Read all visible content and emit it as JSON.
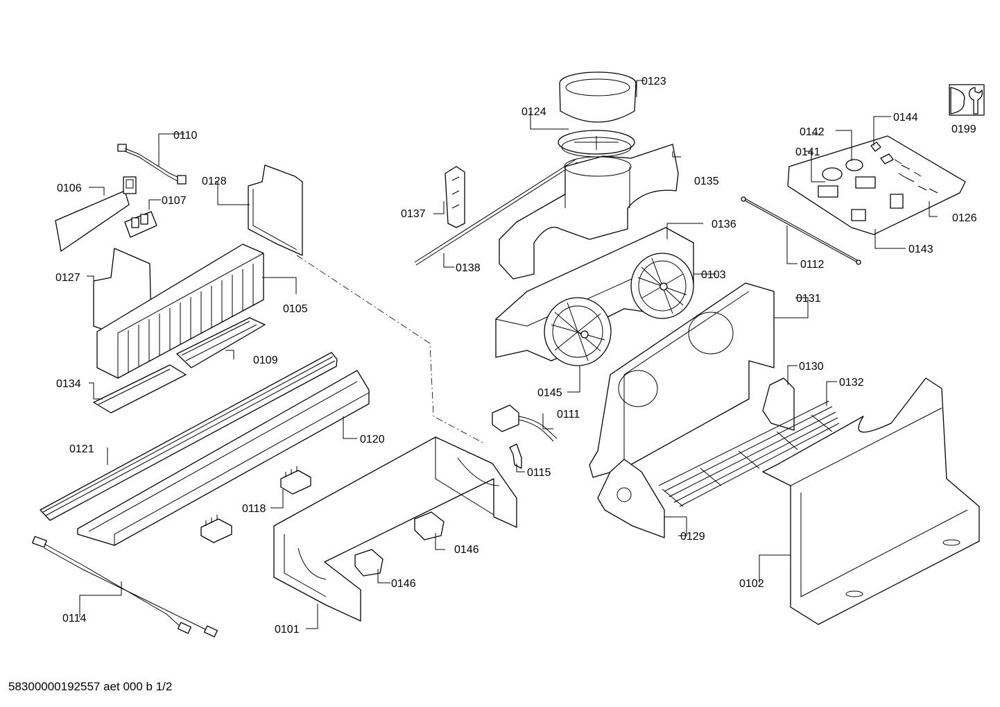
{
  "labels": {
    "p0101": "0101",
    "p0102": "0102",
    "p0103": "0103",
    "p0105": "0105",
    "p0106": "0106",
    "p0107": "0107",
    "p0109": "0109",
    "p0110": "0110",
    "p0111": "0111",
    "p0112": "0112",
    "p0114": "0114",
    "p0115": "0115",
    "p0118": "0118",
    "p0120": "0120",
    "p0121": "0121",
    "p0123": "0123",
    "p0124": "0124",
    "p0126": "0126",
    "p0127": "0127",
    "p0128": "0128",
    "p0129": "0129",
    "p0130": "0130",
    "p0131": "0131",
    "p0132": "0132",
    "p0134": "0134",
    "p0135": "0135",
    "p0136": "0136",
    "p0137": "0137",
    "p0138": "0138",
    "p0141": "0141",
    "p0142": "0142",
    "p0143": "0143",
    "p0144": "0144",
    "p0145": "0145",
    "p0146a": "0146",
    "p0146b": "0146",
    "p0199": "0199"
  },
  "footer": "58300000192557 aet 000 b 1/2",
  "icons": {
    "service": "wrench-icon"
  }
}
